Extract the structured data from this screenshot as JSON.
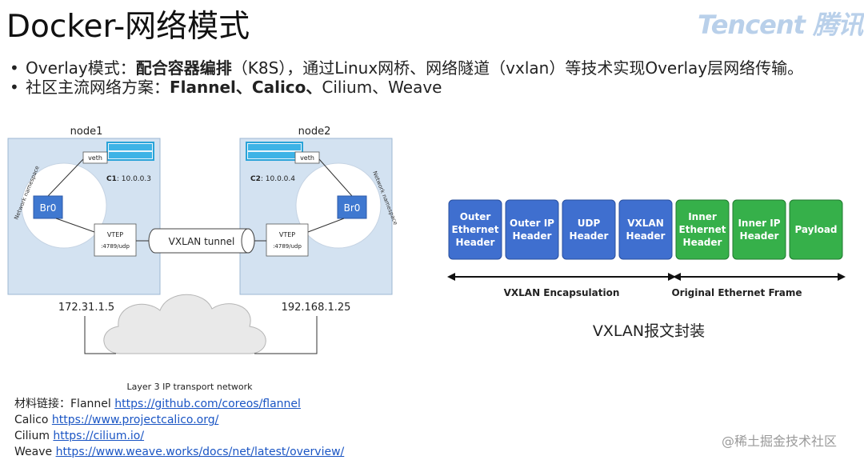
{
  "slide": {
    "title": "Docker-网络模式",
    "logo": "Tencent 腾讯",
    "watermark": "@稀土掘金技术社区"
  },
  "bullets": [
    {
      "dot": "•",
      "parts": [
        "Overlay模式：",
        "配合容器编排",
        "（K8S），通过Linux网桥、网络隧道（vxlan）等技术实现Overlay层网络传输。"
      ]
    },
    {
      "dot": "•",
      "parts": [
        "社区主流网络方案：",
        "Flannel、Calico、",
        "Cilium、Weave"
      ]
    }
  ],
  "topology": {
    "node1": {
      "name": "node1",
      "veth": "veth",
      "container_name": "C1",
      "container_ip": ": 10.0.0.3",
      "bridge": "Br0",
      "namespace": "Network namespace",
      "vtep": "VTEP",
      "vtep_port": ":4789/udp",
      "host_ip": "172.31.1.5"
    },
    "node2": {
      "name": "node2",
      "veth": "veth",
      "container_name": "C2",
      "container_ip": ": 10.0.0.4",
      "bridge": "Br0",
      "namespace": "Network namespace",
      "vtep": "VTEP",
      "vtep_port": ":4789/udp",
      "host_ip": "192.168.1.25"
    },
    "tunnel": "VXLAN tunnel",
    "transport": "Layer 3 IP transport network"
  },
  "vxlan_packet": {
    "fields": [
      {
        "lines": [
          "Outer",
          "Ethernet",
          "Header"
        ],
        "group": "encap"
      },
      {
        "lines": [
          "Outer IP",
          "Header"
        ],
        "group": "encap"
      },
      {
        "lines": [
          "UDP",
          "Header"
        ],
        "group": "encap"
      },
      {
        "lines": [
          "VXLAN",
          "Header"
        ],
        "group": "encap"
      },
      {
        "lines": [
          "Inner",
          "Ethernet",
          "Header"
        ],
        "group": "frame"
      },
      {
        "lines": [
          "Inner IP",
          "Header"
        ],
        "group": "frame"
      },
      {
        "lines": [
          "Payload"
        ],
        "group": "frame"
      }
    ],
    "encap_label": "VXLAN Encapsulation",
    "frame_label": "Original Ethernet Frame",
    "caption": "VXLAN报文封装",
    "colors": {
      "encap": "#3f6fcf",
      "frame": "#36b04a"
    }
  },
  "links": [
    {
      "label": "材料链接：Flannel ",
      "url": "https://github.com/coreos/flannel"
    },
    {
      "label": "Calico ",
      "url": "https://www.projectcalico.org/"
    },
    {
      "label": "Cilium ",
      "url": "https://cilium.io/"
    },
    {
      "label": "Weave ",
      "url": "https://www.weave.works/docs/net/latest/overview/"
    }
  ]
}
